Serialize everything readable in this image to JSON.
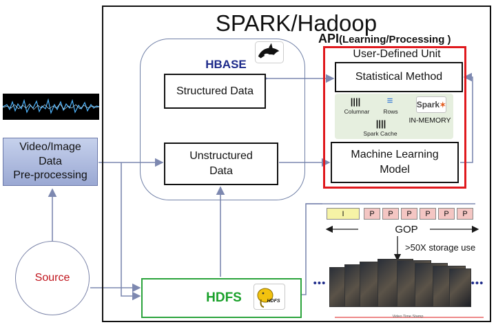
{
  "diagram": {
    "cluster_title": "SPARK/Hadoop",
    "api_title_bold": "API",
    "api_title_rest": "(Learning/Processing )",
    "hbase": {
      "label": "HBASE",
      "logo_icon": "orca-whale-icon",
      "structured": "Structured Data",
      "unstructured_line1": "Unstructured",
      "unstructured_line2": "Data"
    },
    "udu": {
      "label": "User-Defined Unit",
      "statistical": "Statistical Method",
      "ml_line1": "Machine Learning",
      "ml_line2": "Model",
      "columnar": "Columnar",
      "rows": "Rows",
      "spark_cache": "Spark Cache",
      "spark_logo": "Spark",
      "in_memory": "IN-MEMORY"
    },
    "video": {
      "line1": "Video/Image",
      "line2": "Data",
      "line3": "Pre-processing"
    },
    "source": "Source",
    "hdfs": {
      "label": "HDFS",
      "logo_text": "HDFS"
    },
    "frames": [
      "I",
      "P",
      "P",
      "P",
      "P",
      "P",
      "P"
    ],
    "gop": "GOP",
    "storage": ">50X storage use",
    "ellipsis": "•••",
    "timestamp": "Video Time Stamp"
  },
  "colors": {
    "red_box": "#e0191d",
    "hdfs_green": "#2aa33b",
    "hbase_blue": "#1d2a8a",
    "source_red": "#c0141c",
    "arrow": "#7d88b0"
  }
}
